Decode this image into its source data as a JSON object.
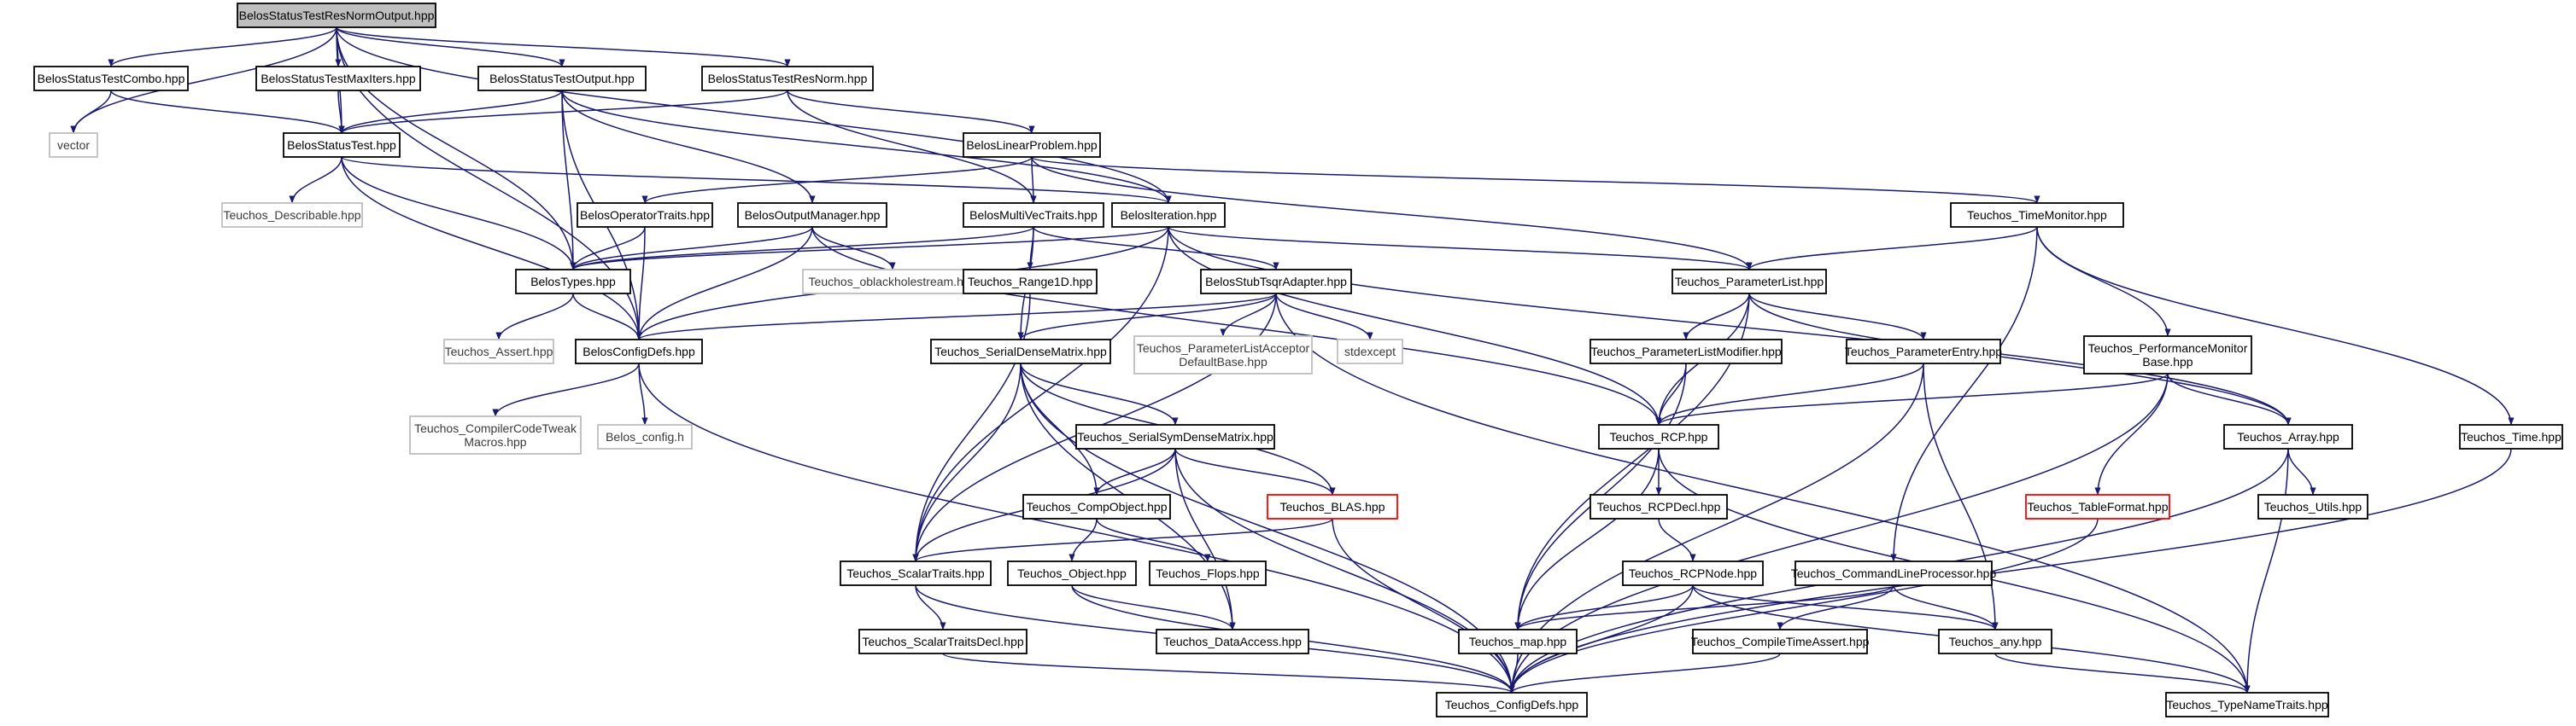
{
  "diagram": {
    "colors": {
      "edge": "#191970",
      "node_border": "#000000",
      "missing_border": "#bfbfbf",
      "error_text": "#ff0000",
      "root_fill": "#bfbfbf"
    },
    "nodes": [
      {
        "id": "root",
        "lines": [
          "BelosStatusTestResNormOutput.hpp"
        ],
        "style": "root"
      },
      {
        "id": "combo",
        "lines": [
          "BelosStatusTestCombo.hpp"
        ],
        "style": "normal"
      },
      {
        "id": "maxiters",
        "lines": [
          "BelosStatusTestMaxIters.hpp"
        ],
        "style": "normal"
      },
      {
        "id": "stoutput",
        "lines": [
          "BelosStatusTestOutput.hpp"
        ],
        "style": "normal"
      },
      {
        "id": "resnorm",
        "lines": [
          "BelosStatusTestResNorm.hpp"
        ],
        "style": "normal"
      },
      {
        "id": "vector",
        "lines": [
          "vector"
        ],
        "style": "missing"
      },
      {
        "id": "statustest",
        "lines": [
          "BelosStatusTest.hpp"
        ],
        "style": "normal"
      },
      {
        "id": "linprob",
        "lines": [
          "BelosLinearProblem.hpp"
        ],
        "style": "normal"
      },
      {
        "id": "describable",
        "lines": [
          "Teuchos_Describable.hpp"
        ],
        "style": "missing"
      },
      {
        "id": "optraits",
        "lines": [
          "BelosOperatorTraits.hpp"
        ],
        "style": "normal"
      },
      {
        "id": "outmgr",
        "lines": [
          "BelosOutputManager.hpp"
        ],
        "style": "normal"
      },
      {
        "id": "mvtraits",
        "lines": [
          "BelosMultiVecTraits.hpp"
        ],
        "style": "normal"
      },
      {
        "id": "iteration",
        "lines": [
          "BelosIteration.hpp"
        ],
        "style": "normal"
      },
      {
        "id": "timemon",
        "lines": [
          "Teuchos_TimeMonitor.hpp"
        ],
        "style": "normal"
      },
      {
        "id": "types",
        "lines": [
          "BelosTypes.hpp"
        ],
        "style": "normal"
      },
      {
        "id": "oblack",
        "lines": [
          "Teuchos_oblackholestream.hpp"
        ],
        "style": "missing"
      },
      {
        "id": "range1d",
        "lines": [
          "Teuchos_Range1D.hpp"
        ],
        "style": "normal"
      },
      {
        "id": "stubtsqr",
        "lines": [
          "BelosStubTsqrAdapter.hpp"
        ],
        "style": "normal"
      },
      {
        "id": "paramlist",
        "lines": [
          "Teuchos_ParameterList.hpp"
        ],
        "style": "normal"
      },
      {
        "id": "assert",
        "lines": [
          "Teuchos_Assert.hpp"
        ],
        "style": "missing"
      },
      {
        "id": "configdefs",
        "lines": [
          "BelosConfigDefs.hpp"
        ],
        "style": "normal"
      },
      {
        "id": "serialdense",
        "lines": [
          "Teuchos_SerialDenseMatrix.hpp"
        ],
        "style": "normal"
      },
      {
        "id": "placcept",
        "lines": [
          "Teuchos_ParameterListAcceptor",
          "DefaultBase.hpp"
        ],
        "style": "missing"
      },
      {
        "id": "stdexcept",
        "lines": [
          "stdexcept"
        ],
        "style": "missing"
      },
      {
        "id": "plmodifier",
        "lines": [
          "Teuchos_ParameterListModifier.hpp"
        ],
        "style": "normal"
      },
      {
        "id": "paramentry",
        "lines": [
          "Teuchos_ParameterEntry.hpp"
        ],
        "style": "normal"
      },
      {
        "id": "perfmon",
        "lines": [
          "Teuchos_PerformanceMonitor",
          "Base.hpp"
        ],
        "style": "normal"
      },
      {
        "id": "codetweak",
        "lines": [
          "Teuchos_CompilerCodeTweak",
          "Macros.hpp"
        ],
        "style": "missing"
      },
      {
        "id": "belosconfig",
        "lines": [
          "Belos_config.h"
        ],
        "style": "missing"
      },
      {
        "id": "symdense",
        "lines": [
          "Teuchos_SerialSymDenseMatrix.hpp"
        ],
        "style": "normal"
      },
      {
        "id": "rcp",
        "lines": [
          "Teuchos_RCP.hpp"
        ],
        "style": "normal"
      },
      {
        "id": "array",
        "lines": [
          "Teuchos_Array.hpp"
        ],
        "style": "normal"
      },
      {
        "id": "time",
        "lines": [
          "Teuchos_Time.hpp"
        ],
        "style": "normal"
      },
      {
        "id": "compobject",
        "lines": [
          "Teuchos_CompObject.hpp"
        ],
        "style": "normal"
      },
      {
        "id": "blas",
        "lines": [
          "Teuchos_BLAS.hpp"
        ],
        "style": "error"
      },
      {
        "id": "rcpdecl",
        "lines": [
          "Teuchos_RCPDecl.hpp"
        ],
        "style": "normal"
      },
      {
        "id": "tableformat",
        "lines": [
          "Teuchos_TableFormat.hpp"
        ],
        "style": "error"
      },
      {
        "id": "utils",
        "lines": [
          "Teuchos_Utils.hpp"
        ],
        "style": "normal"
      },
      {
        "id": "scalartraits",
        "lines": [
          "Teuchos_ScalarTraits.hpp"
        ],
        "style": "normal"
      },
      {
        "id": "object",
        "lines": [
          "Teuchos_Object.hpp"
        ],
        "style": "normal"
      },
      {
        "id": "flops",
        "lines": [
          "Teuchos_Flops.hpp"
        ],
        "style": "normal"
      },
      {
        "id": "rcpnode",
        "lines": [
          "Teuchos_RCPNode.hpp"
        ],
        "style": "normal"
      },
      {
        "id": "cmdline",
        "lines": [
          "Teuchos_CommandLineProcessor.hpp"
        ],
        "style": "normal"
      },
      {
        "id": "scalartraitsdecl",
        "lines": [
          "Teuchos_ScalarTraitsDecl.hpp"
        ],
        "style": "normal"
      },
      {
        "id": "dataaccess",
        "lines": [
          "Teuchos_DataAccess.hpp"
        ],
        "style": "normal"
      },
      {
        "id": "map",
        "lines": [
          "Teuchos_map.hpp"
        ],
        "style": "normal"
      },
      {
        "id": "ctassert",
        "lines": [
          "Teuchos_CompileTimeAssert.hpp"
        ],
        "style": "normal"
      },
      {
        "id": "any",
        "lines": [
          "Teuchos_any.hpp"
        ],
        "style": "normal"
      },
      {
        "id": "tconfigdefs",
        "lines": [
          "Teuchos_ConfigDefs.hpp"
        ],
        "style": "normal"
      },
      {
        "id": "typenametraits",
        "lines": [
          "Teuchos_TypeNameTraits.hpp"
        ],
        "style": "normal"
      }
    ],
    "edges": [
      [
        "root",
        "combo"
      ],
      [
        "root",
        "maxiters"
      ],
      [
        "root",
        "stoutput"
      ],
      [
        "root",
        "resnorm"
      ],
      [
        "root",
        "vector"
      ],
      [
        "root",
        "statustest"
      ],
      [
        "root",
        "types"
      ],
      [
        "root",
        "configdefs"
      ],
      [
        "root",
        "iteration"
      ],
      [
        "combo",
        "statustest"
      ],
      [
        "combo",
        "vector"
      ],
      [
        "maxiters",
        "statustest"
      ],
      [
        "stoutput",
        "statustest"
      ],
      [
        "stoutput",
        "outmgr"
      ],
      [
        "stoutput",
        "types"
      ],
      [
        "stoutput",
        "configdefs"
      ],
      [
        "stoutput",
        "iteration"
      ],
      [
        "resnorm",
        "statustest"
      ],
      [
        "resnorm",
        "linprob"
      ],
      [
        "resnorm",
        "mvtraits"
      ],
      [
        "statustest",
        "describable"
      ],
      [
        "statustest",
        "types"
      ],
      [
        "statustest",
        "configdefs"
      ],
      [
        "statustest",
        "iteration"
      ],
      [
        "linprob",
        "optraits"
      ],
      [
        "linprob",
        "mvtraits"
      ],
      [
        "linprob",
        "timemon"
      ],
      [
        "linprob",
        "paramlist"
      ],
      [
        "optraits",
        "types"
      ],
      [
        "optraits",
        "configdefs"
      ],
      [
        "outmgr",
        "types"
      ],
      [
        "outmgr",
        "configdefs"
      ],
      [
        "outmgr",
        "oblack"
      ],
      [
        "outmgr",
        "rcp"
      ],
      [
        "mvtraits",
        "types"
      ],
      [
        "mvtraits",
        "range1d"
      ],
      [
        "mvtraits",
        "stubtsqr"
      ],
      [
        "mvtraits",
        "serialdense"
      ],
      [
        "iteration",
        "types"
      ],
      [
        "iteration",
        "configdefs"
      ],
      [
        "iteration",
        "paramlist"
      ],
      [
        "iteration",
        "rcp"
      ],
      [
        "iteration",
        "array"
      ],
      [
        "iteration",
        "scalartraits"
      ],
      [
        "timemon",
        "paramlist"
      ],
      [
        "timemon",
        "perfmon"
      ],
      [
        "timemon",
        "time"
      ],
      [
        "timemon",
        "cmdline"
      ],
      [
        "types",
        "assert"
      ],
      [
        "types",
        "configdefs"
      ],
      [
        "range1d",
        "scalartraits"
      ],
      [
        "stubtsqr",
        "configdefs"
      ],
      [
        "stubtsqr",
        "serialdense"
      ],
      [
        "stubtsqr",
        "placcept"
      ],
      [
        "stubtsqr",
        "stdexcept"
      ],
      [
        "stubtsqr",
        "scalartraits"
      ],
      [
        "stubtsqr",
        "typenametraits"
      ],
      [
        "paramlist",
        "plmodifier"
      ],
      [
        "paramlist",
        "paramentry"
      ],
      [
        "paramlist",
        "rcp"
      ],
      [
        "paramlist",
        "array"
      ],
      [
        "paramlist",
        "map"
      ],
      [
        "configdefs",
        "codetweak"
      ],
      [
        "configdefs",
        "belosconfig"
      ],
      [
        "configdefs",
        "tconfigdefs"
      ],
      [
        "serialdense",
        "symdense"
      ],
      [
        "serialdense",
        "compobject"
      ],
      [
        "serialdense",
        "blas"
      ],
      [
        "serialdense",
        "scalartraits"
      ],
      [
        "serialdense",
        "dataaccess"
      ],
      [
        "serialdense",
        "tconfigdefs"
      ],
      [
        "plmodifier",
        "rcp"
      ],
      [
        "plmodifier",
        "map"
      ],
      [
        "paramentry",
        "rcp"
      ],
      [
        "paramentry",
        "any"
      ],
      [
        "paramentry",
        "tconfigdefs"
      ],
      [
        "perfmon",
        "rcp"
      ],
      [
        "perfmon",
        "array"
      ],
      [
        "perfmon",
        "tableformat"
      ],
      [
        "perfmon",
        "tconfigdefs"
      ],
      [
        "symdense",
        "compobject"
      ],
      [
        "symdense",
        "blas"
      ],
      [
        "symdense",
        "scalartraits"
      ],
      [
        "symdense",
        "dataaccess"
      ],
      [
        "symdense",
        "tconfigdefs"
      ],
      [
        "rcp",
        "rcpdecl"
      ],
      [
        "rcp",
        "map"
      ],
      [
        "rcp",
        "typenametraits"
      ],
      [
        "array",
        "utils"
      ],
      [
        "array",
        "tconfigdefs"
      ],
      [
        "array",
        "typenametraits"
      ],
      [
        "time",
        "tconfigdefs"
      ],
      [
        "compobject",
        "object"
      ],
      [
        "compobject",
        "flops"
      ],
      [
        "blas",
        "scalartraits"
      ],
      [
        "blas",
        "tconfigdefs"
      ],
      [
        "rcpdecl",
        "rcpnode"
      ],
      [
        "tableformat",
        "tconfigdefs"
      ],
      [
        "scalartraits",
        "scalartraitsdecl"
      ],
      [
        "scalartraits",
        "tconfigdefs"
      ],
      [
        "object",
        "dataaccess"
      ],
      [
        "object",
        "tconfigdefs"
      ],
      [
        "rcpnode",
        "map"
      ],
      [
        "rcpnode",
        "any"
      ],
      [
        "rcpnode",
        "tconfigdefs"
      ],
      [
        "rcpnode",
        "typenametraits"
      ],
      [
        "cmdline",
        "map"
      ],
      [
        "cmdline",
        "ctassert"
      ],
      [
        "cmdline",
        "any"
      ],
      [
        "scalartraitsdecl",
        "tconfigdefs"
      ],
      [
        "map",
        "tconfigdefs"
      ],
      [
        "ctassert",
        "tconfigdefs"
      ],
      [
        "any",
        "typenametraits"
      ]
    ]
  }
}
